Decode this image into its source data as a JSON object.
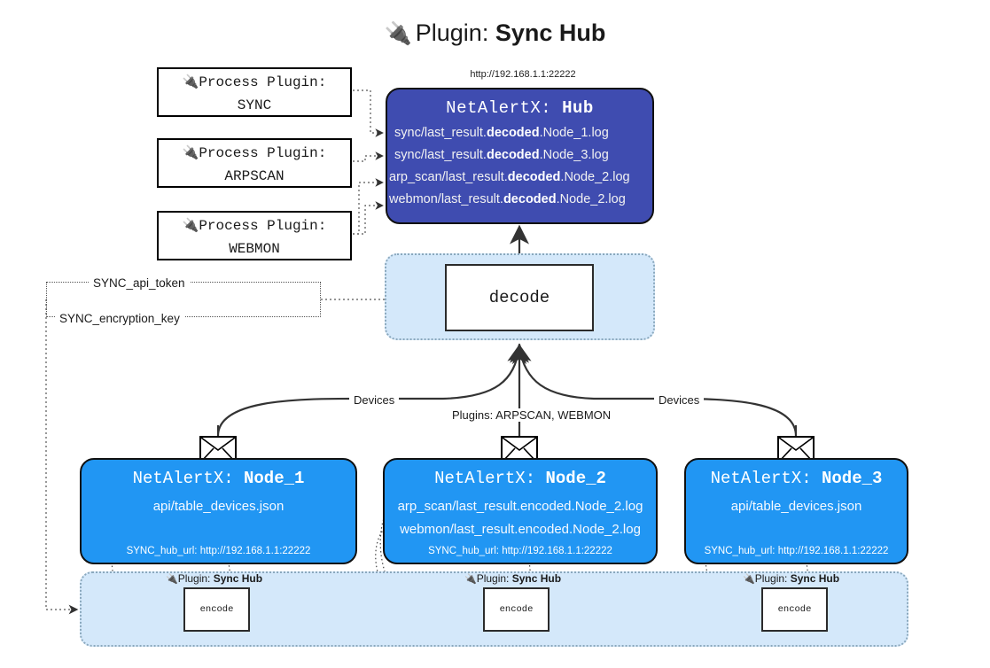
{
  "title": {
    "icon": "🔌",
    "lead": "Plugin: ",
    "strong": "Sync Hub"
  },
  "hub": {
    "url": "http://192.168.1.1:22222",
    "header_prefix": "NetAlertX: ",
    "header_name": "Hub",
    "logs": [
      {
        "pre": "sync/last_result.",
        "mid": "decoded",
        "post": ".Node_1.log"
      },
      {
        "pre": "sync/last_result.",
        "mid": "decoded",
        "post": ".Node_3.log"
      },
      {
        "pre": "arp_scan/last_result.",
        "mid": "decoded",
        "post": ".Node_2.log"
      },
      {
        "pre": "webmon/last_result.",
        "mid": "decoded",
        "post": ".Node_2.log"
      }
    ]
  },
  "process_plugins": [
    {
      "icon": "🔌",
      "line1": "Process Plugin:",
      "line2": "SYNC"
    },
    {
      "icon": "🔌",
      "line1": "Process Plugin:",
      "line2": "ARPSCAN"
    },
    {
      "icon": "🔌",
      "line1": "Process Plugin:",
      "line2": "WEBMON"
    }
  ],
  "decode": {
    "label": "decode"
  },
  "secrets": {
    "api_token": "SYNC_api_token",
    "encryption_key": "SYNC_encryption_key"
  },
  "edge_labels": {
    "devices_left": "Devices",
    "devices_right": "Devices",
    "plugins_center": "Plugins: ARPSCAN, WEBMON"
  },
  "nodes": [
    {
      "header_prefix": "NetAlertX: ",
      "header_name": "Node_1",
      "lines": [
        "api/table_devices.json"
      ],
      "url": "SYNC_hub_url: http://192.168.1.1:22222"
    },
    {
      "header_prefix": "NetAlertX: ",
      "header_name": "Node_2",
      "lines": [
        "arp_scan/last_result.encoded.Node_2.log",
        "webmon/last_result.encoded.Node_2.log"
      ],
      "url": "SYNC_hub_url: http://192.168.1.1:22222"
    },
    {
      "header_prefix": "NetAlertX: ",
      "header_name": "Node_3",
      "lines": [
        "api/table_devices.json"
      ],
      "url": "SYNC_hub_url: http://192.168.1.1:22222"
    }
  ],
  "encoders": [
    {
      "icon": "🔌",
      "label_lead": "Plugin: ",
      "label_strong": "Sync Hub",
      "box": "encode"
    },
    {
      "icon": "🔌",
      "label_lead": "Plugin: ",
      "label_strong": "Sync Hub",
      "box": "encode"
    },
    {
      "icon": "🔌",
      "label_lead": "Plugin: ",
      "label_strong": "Sync Hub",
      "box": "encode"
    }
  ],
  "colors": {
    "hub_fill": "#3f4cb0",
    "node_fill": "#2196f3",
    "group_fill": "#d4e8fa",
    "edge": "#333333"
  }
}
